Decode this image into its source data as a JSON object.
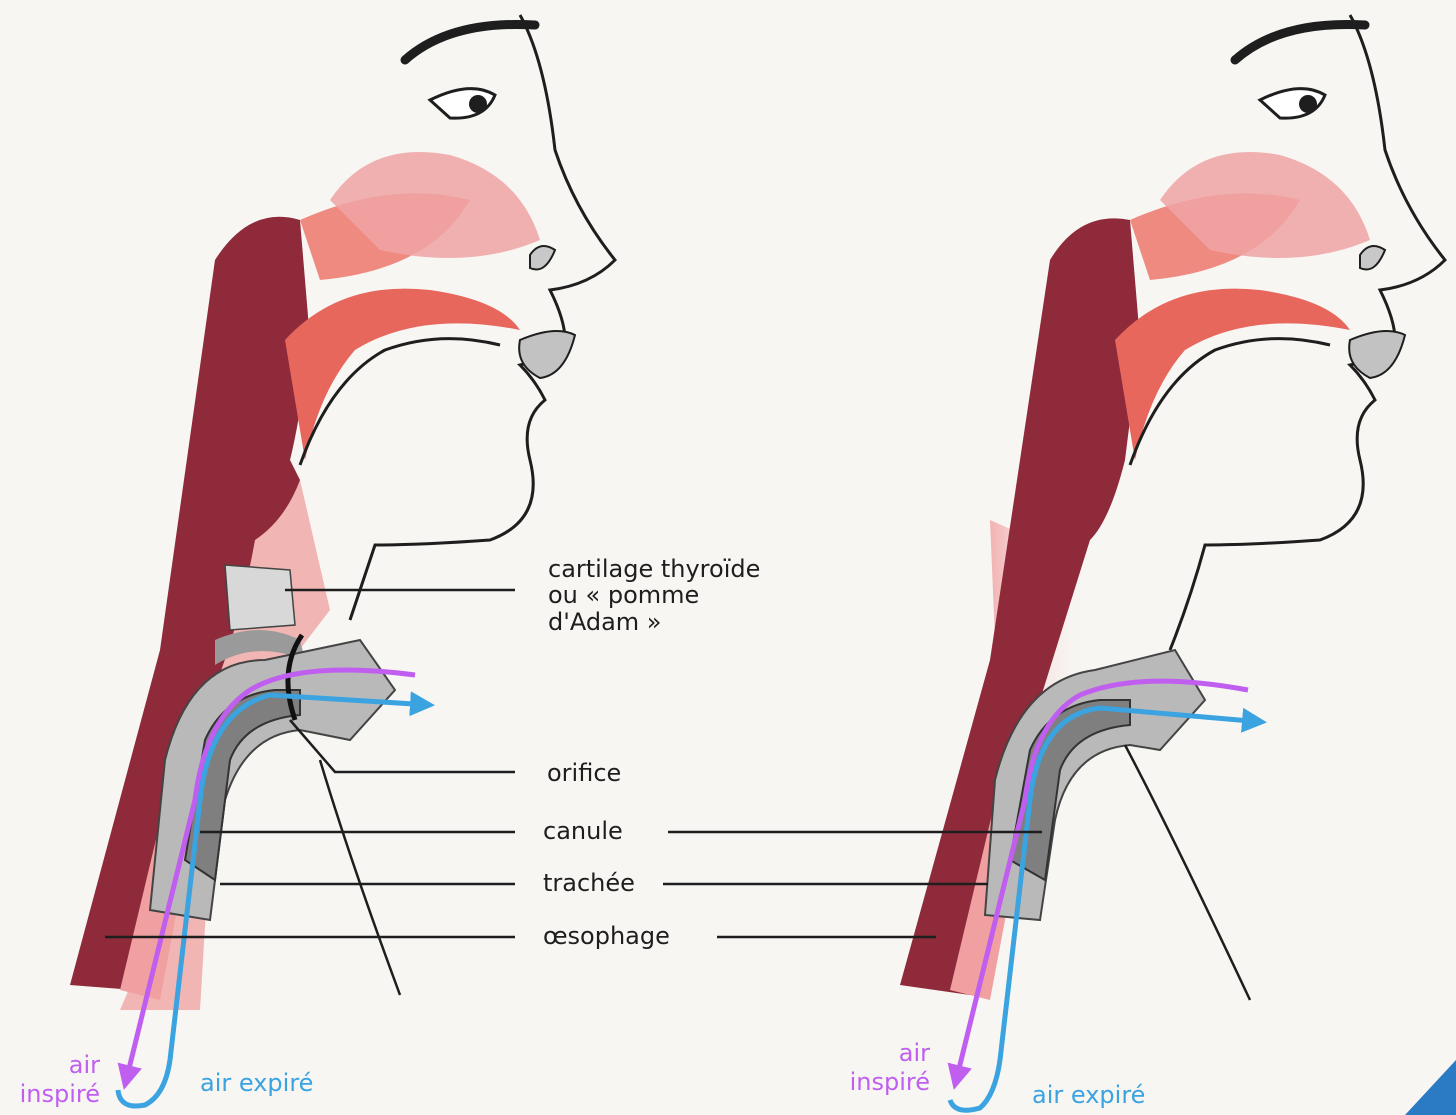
{
  "labels": {
    "thyroid": "cartilage thyroïde\nou « pomme\nd'Adam »",
    "orifice": "orifice",
    "canule": "canule",
    "trachee": "trachée",
    "oesophage": "œsophage"
  },
  "air_left": {
    "inspire_1": "air",
    "inspire_2": "inspiré",
    "expire": "air expiré"
  },
  "air_right": {
    "inspire_1": "air",
    "inspire_2": "inspiré",
    "expire": "air expiré"
  },
  "colors": {
    "inspired": "#c05ef0",
    "expired": "#3aa3e0",
    "tissue_dark": "#8e2a3a",
    "tissue_light": "#f0a8a8",
    "cartilage": "#bfbfbf",
    "corner": "#2b7bc4"
  }
}
